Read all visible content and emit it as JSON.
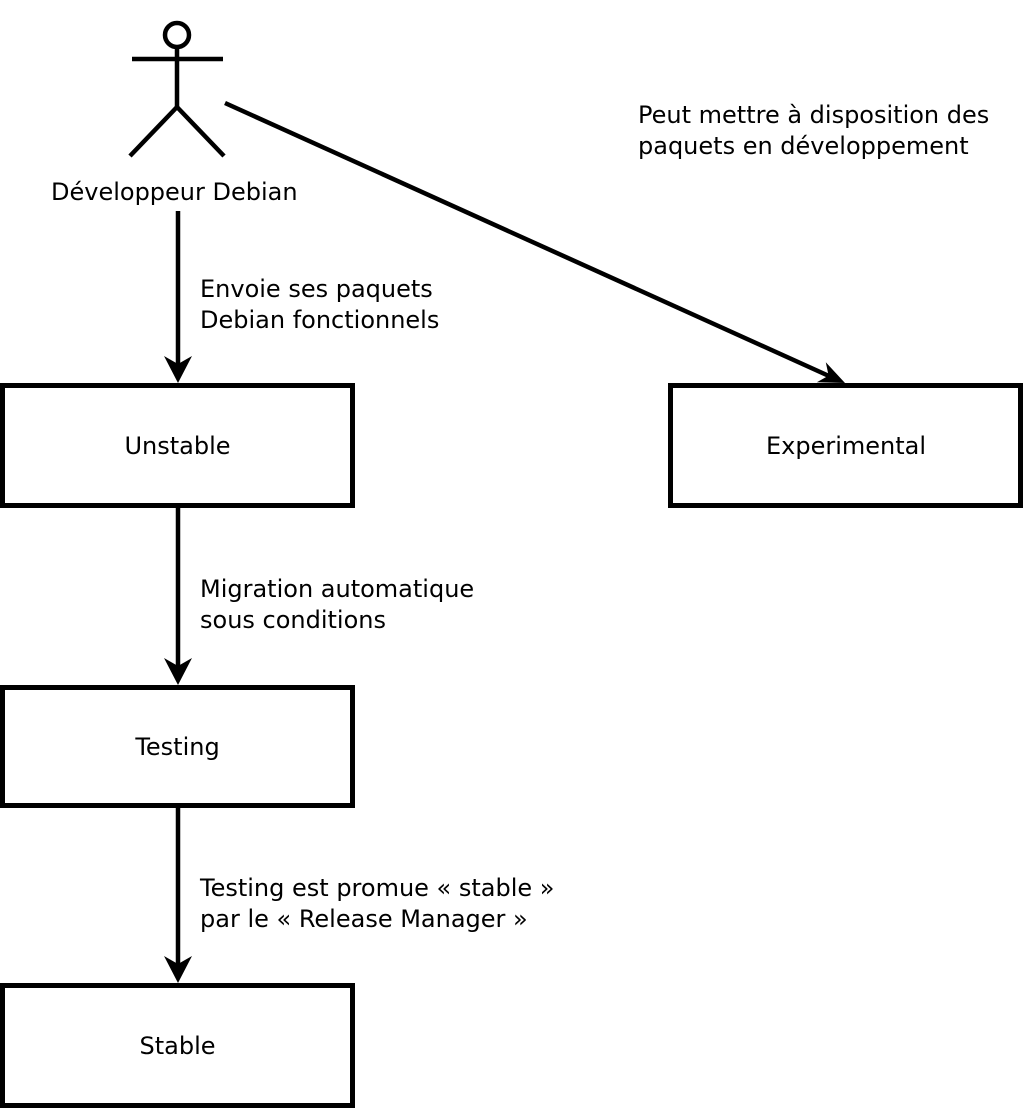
{
  "diagram": {
    "title_hint": "Debian release flow",
    "colors": {
      "stroke": "#000000",
      "background": "#ffffff"
    },
    "actor": {
      "label": "Développeur Debian"
    },
    "notes": {
      "experimental": "Peut mettre à disposition des\npaquets en développement",
      "to_unstable": "Envoie ses paquets\nDebian fonctionnels",
      "to_testing": "Migration automatique\nsous conditions",
      "to_stable": "Testing est promue « stable »\npar le « Release Manager »"
    },
    "boxes": {
      "unstable": {
        "label": "Unstable"
      },
      "experimental": {
        "label": "Experimental"
      },
      "testing": {
        "label": "Testing"
      },
      "stable": {
        "label": "Stable"
      }
    }
  }
}
